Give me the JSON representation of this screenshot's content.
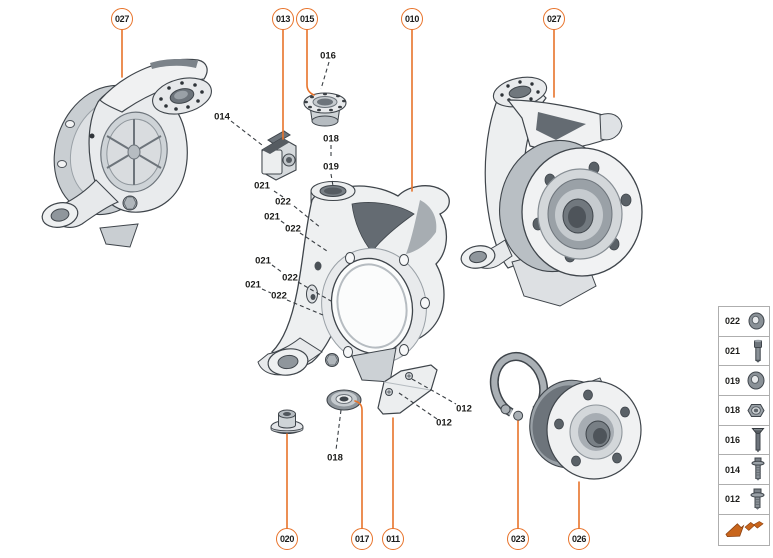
{
  "colors": {
    "accent": "#E8732A",
    "outline": "#3F454B",
    "label_text": "#1D1D1B"
  },
  "callouts": [
    {
      "id": "027-left",
      "label": "027"
    },
    {
      "id": "013",
      "label": "013"
    },
    {
      "id": "015",
      "label": "015"
    },
    {
      "id": "010",
      "label": "010"
    },
    {
      "id": "027-right",
      "label": "027"
    },
    {
      "id": "020",
      "label": "020"
    },
    {
      "id": "017",
      "label": "017"
    },
    {
      "id": "011",
      "label": "011"
    },
    {
      "id": "023",
      "label": "023"
    },
    {
      "id": "026",
      "label": "026"
    }
  ],
  "part_labels": [
    {
      "label": "016"
    },
    {
      "label": "014"
    },
    {
      "label": "018"
    },
    {
      "label": "019"
    },
    {
      "label": "021"
    },
    {
      "label": "022"
    },
    {
      "label": "021"
    },
    {
      "label": "022"
    },
    {
      "label": "021"
    },
    {
      "label": "022"
    },
    {
      "label": "021"
    },
    {
      "label": "022"
    },
    {
      "label": "012"
    },
    {
      "label": "012"
    },
    {
      "label": "018"
    }
  ],
  "legend": {
    "items": [
      {
        "label": "022",
        "icon": "washer-icon"
      },
      {
        "label": "021",
        "icon": "bolt-icon"
      },
      {
        "label": "019",
        "icon": "washer-icon"
      },
      {
        "label": "018",
        "icon": "nut-icon"
      },
      {
        "label": "016",
        "icon": "countersunk-screw-icon"
      },
      {
        "label": "014",
        "icon": "flange-bolt-icon"
      },
      {
        "label": "012",
        "icon": "flange-bolt-icon"
      }
    ],
    "footer_icon": "direction-of-travel-arrow-icon"
  }
}
